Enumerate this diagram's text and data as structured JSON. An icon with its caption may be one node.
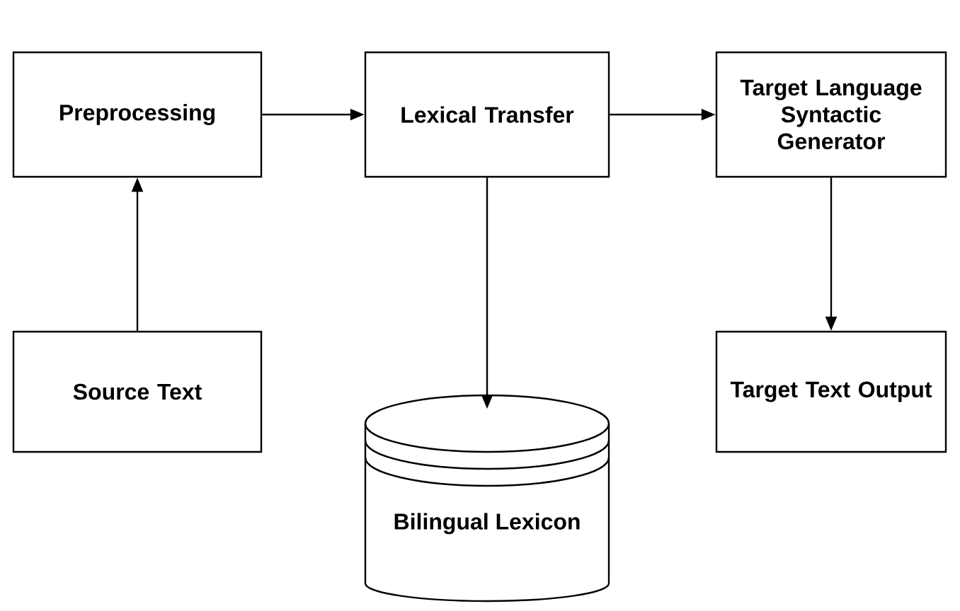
{
  "diagram": {
    "nodes": [
      {
        "text": [
          "Preprocessing"
        ]
      },
      {
        "text": [
          "Lexical Transfer"
        ]
      },
      {
        "text": [
          "Target Language Syntactic Generator"
        ]
      },
      {
        "text": [
          "Source Text"
        ]
      },
      {
        "text": [
          "Target Text Output"
        ]
      },
      {
        "text": [
          "Bilingual Lexicon"
        ]
      }
    ],
    "edges": [
      {
        "from": 3,
        "to": 0,
        "arrow": "to"
      },
      {
        "from": 0,
        "to": 1,
        "arrow": "to"
      },
      {
        "from": 1,
        "to": 2,
        "arrow": "to"
      },
      {
        "from": 1,
        "to": 5,
        "arrow": "to"
      },
      {
        "from": 2,
        "to": 4,
        "arrow": "to"
      }
    ]
  }
}
